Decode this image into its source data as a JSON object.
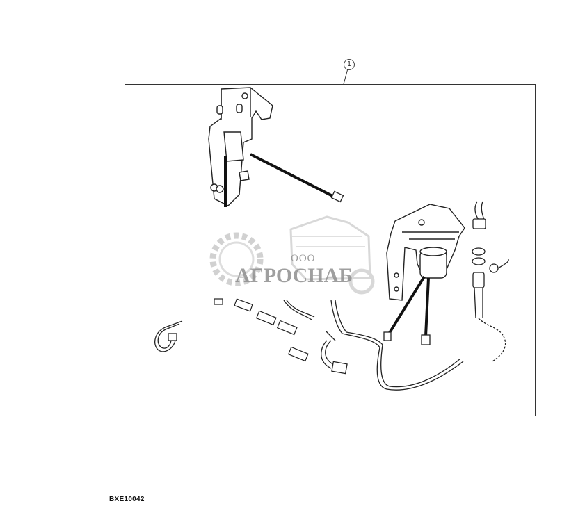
{
  "diagram": {
    "callout": "1",
    "figure_code": "BXE10042"
  },
  "watermark": {
    "prefix": "ООО",
    "name": "АГРОСНАБ",
    "color": "#9a9a9a"
  },
  "colors": {
    "line": "#222222",
    "frame": "#333333"
  }
}
